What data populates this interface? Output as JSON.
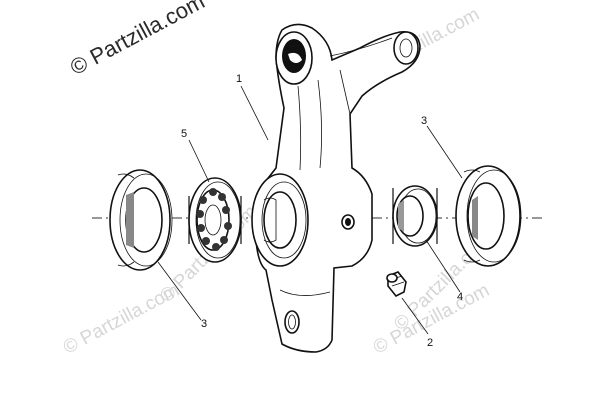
{
  "watermark": {
    "main": "© Partzilla.com",
    "repeat": "© Partzilla.com"
  },
  "callouts": {
    "c1": "1",
    "c2": "2",
    "c3a": "3",
    "c3b": "3",
    "c4": "4",
    "c5": "5"
  }
}
